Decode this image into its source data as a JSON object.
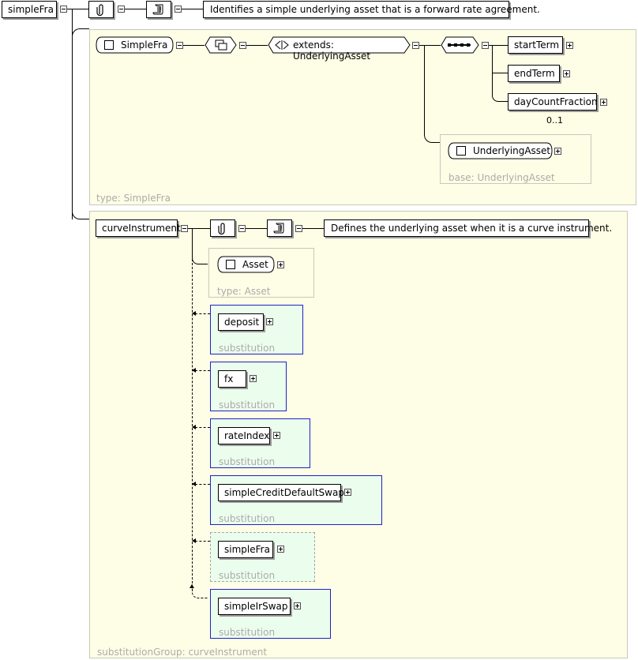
{
  "root": {
    "label": "simpleFra",
    "doc": "Identifies a simple underlying asset that is a forward rate agreement."
  },
  "simpleFraType": {
    "type_label": "type: SimpleFra",
    "complex_label": "SimpleFra",
    "extends_label": "extends: UnderlyingAsset",
    "children": [
      {
        "label": "startTerm"
      },
      {
        "label": "endTerm"
      },
      {
        "label": "dayCountFraction",
        "occurrence": "0..1"
      }
    ],
    "base": {
      "label": "UnderlyingAsset",
      "base_label": "base: UnderlyingAsset"
    }
  },
  "curveInstrument": {
    "label": "curveInstrument",
    "doc": "Defines the underlying asset when it is a curve instrument.",
    "asset": {
      "label": "Asset",
      "type_label": "type: Asset"
    },
    "substitutions": [
      {
        "label": "deposit",
        "note": "substitution"
      },
      {
        "label": "fx",
        "note": "substitution"
      },
      {
        "label": "rateIndex",
        "note": "substitution"
      },
      {
        "label": "simpleCreditDefaultSwap",
        "note": "substitution"
      },
      {
        "label": "simpleFra",
        "note": "substitution"
      },
      {
        "label": "simpleIrSwap",
        "note": "substitution"
      }
    ],
    "group_label": "substitutionGroup: curveInstrument"
  }
}
